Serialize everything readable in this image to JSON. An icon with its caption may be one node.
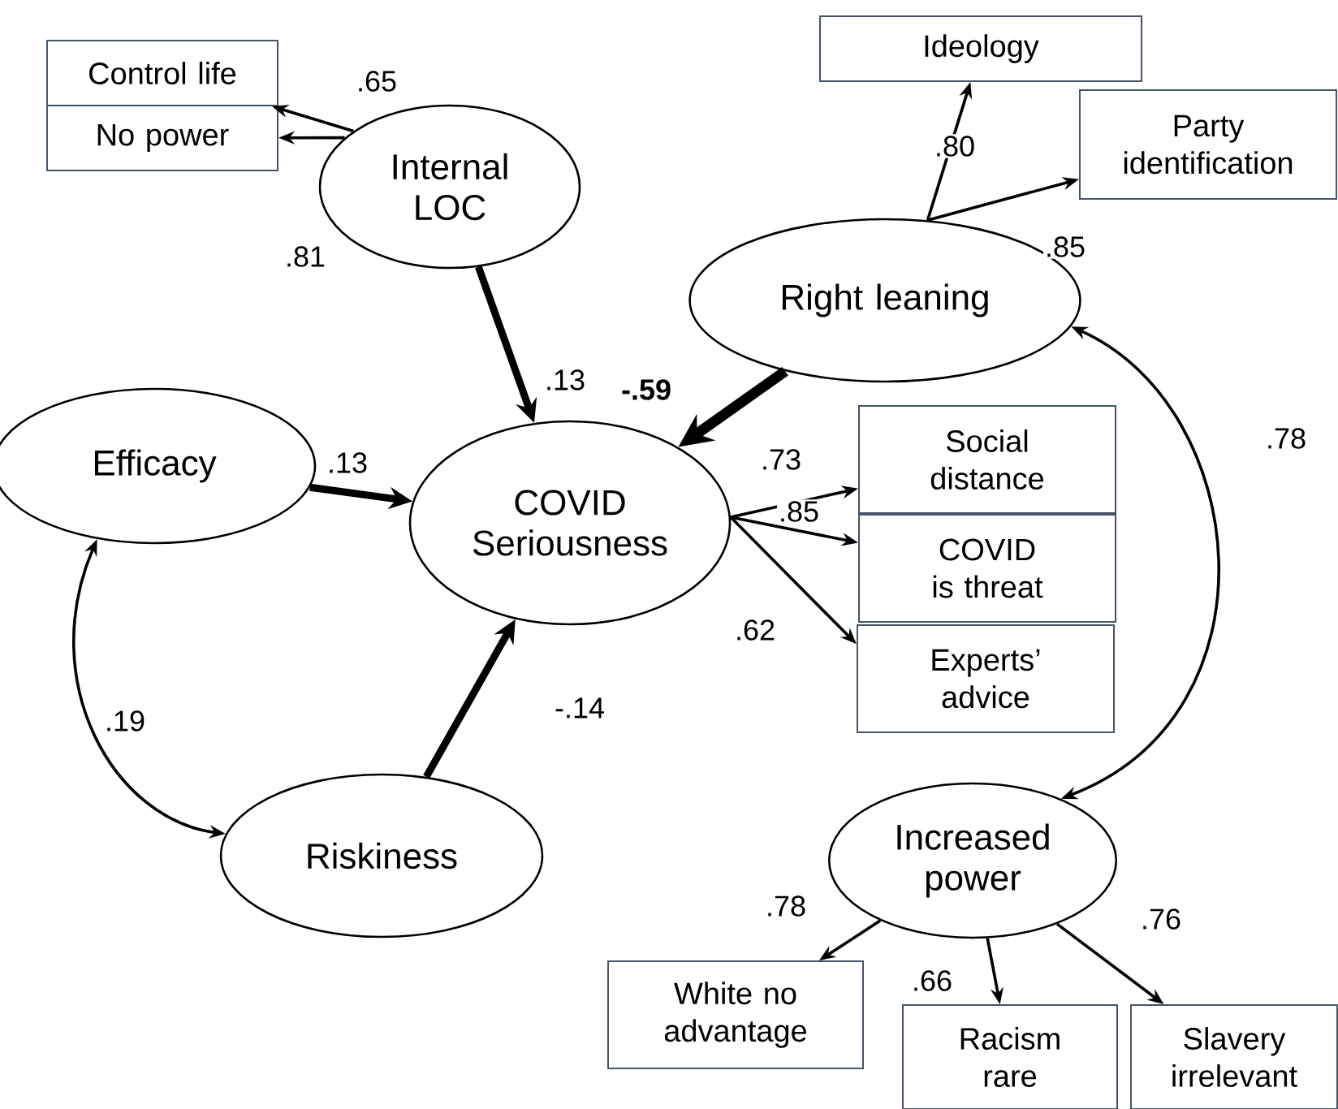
{
  "diagram": {
    "nodes": [
      {
        "text": [
          "Control life"
        ]
      },
      {
        "text": [
          "No power"
        ]
      },
      {
        "text": [
          "Internal LOC"
        ]
      },
      {
        "text": [
          "Ideology"
        ]
      },
      {
        "text": [
          "Party identification"
        ]
      },
      {
        "text": [
          "Right leaning"
        ]
      },
      {
        "text": [
          "Efficacy"
        ]
      },
      {
        "text": [
          "COVID Seriousness"
        ]
      },
      {
        "text": [
          "Social distance"
        ]
      },
      {
        "text": [
          "COVID is threat"
        ]
      },
      {
        "text": [
          "Experts’ advice"
        ]
      },
      {
        "text": [
          "Riskiness"
        ]
      },
      {
        "text": [
          "Increased power"
        ]
      },
      {
        "text": [
          "White no advantage"
        ]
      },
      {
        "text": [
          "Racism rare"
        ]
      },
      {
        "text": [
          "Slavery irrelevant"
        ]
      }
    ],
    "edges": [
      {
        "from": 2,
        "to": 0,
        "arrow": "to",
        "label": ".65"
      },
      {
        "from": 2,
        "to": 1,
        "arrow": "to",
        "label": ".81"
      },
      {
        "from": 2,
        "to": 7,
        "arrow": "to",
        "label": ".13",
        "style": "thick"
      },
      {
        "from": 5,
        "to": 3,
        "arrow": "to",
        "label": ".80"
      },
      {
        "from": 5,
        "to": 4,
        "arrow": "to",
        "label": ".85"
      },
      {
        "from": 5,
        "to": 7,
        "arrow": "to",
        "label": "**-.59**",
        "style": "thick"
      },
      {
        "from": 6,
        "to": 7,
        "arrow": "to",
        "label": ".13",
        "style": "thick"
      },
      {
        "from": 7,
        "to": 8,
        "arrow": "to",
        "label": ".73"
      },
      {
        "from": 7,
        "to": 9,
        "arrow": "to",
        "label": ".85"
      },
      {
        "from": 7,
        "to": 10,
        "arrow": "to",
        "label": ".62"
      },
      {
        "from": 6,
        "to": 11,
        "arrow": "both",
        "label": ".19"
      },
      {
        "from": 5,
        "to": 12,
        "arrow": "both",
        "label": ".78"
      },
      {
        "from": 11,
        "to": 7,
        "arrow": "to",
        "label": "-.14",
        "style": "thick"
      },
      {
        "from": 12,
        "to": 13,
        "arrow": "to",
        "label": ".78"
      },
      {
        "from": 12,
        "to": 14,
        "arrow": "to",
        "label": ".66"
      },
      {
        "from": 12,
        "to": 15,
        "arrow": "to",
        "label": ".76"
      }
    ]
  }
}
